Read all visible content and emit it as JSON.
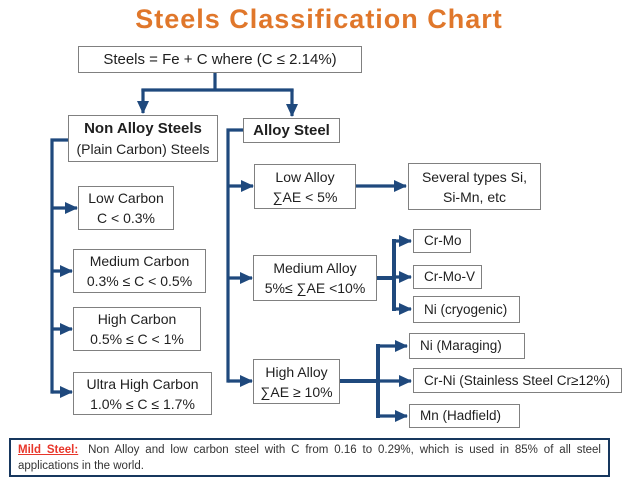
{
  "title": "Steels Classification Chart",
  "colors": {
    "title_orange": "#E0772B",
    "connector_navy": "#1F497D",
    "box_border_gray": "#808080",
    "box_text": "#1F1F1F",
    "note_border_navy": "#17375E",
    "note_red": "#E8362A"
  },
  "nodes": {
    "root": {
      "label": "Steels = Fe + C where (C ≤ 2.14%)"
    },
    "non_alloy": {
      "title": "Non Alloy Steels",
      "subtitle": "(Plain Carbon) Steels"
    },
    "alloy": {
      "label": "Alloy Steel"
    },
    "low_carbon": {
      "line1": "Low Carbon",
      "line2": "C < 0.3%"
    },
    "medium_carbon": {
      "line1": "Medium Carbon",
      "line2": "0.3% ≤ C < 0.5%"
    },
    "high_carbon": {
      "line1": "High Carbon",
      "line2": "0.5% ≤ C < 1%"
    },
    "ultra_high_carbon": {
      "line1": "Ultra High Carbon",
      "line2": "1.0% ≤ C ≤ 1.7%"
    },
    "low_alloy": {
      "line1": "Low Alloy",
      "line2": "∑AE < 5%"
    },
    "medium_alloy": {
      "line1": "Medium Alloy",
      "line2": "5%≤ ∑AE <10%"
    },
    "high_alloy": {
      "line1": "High Alloy",
      "line2": "∑AE ≥ 10%"
    },
    "several_types": {
      "line1": "Several types Si,",
      "line2": "Si-Mn, etc"
    },
    "cr_mo": {
      "label": "Cr-Mo"
    },
    "cr_mo_v": {
      "label": "Cr-Mo-V"
    },
    "ni_cryogenic": {
      "label": "Ni (cryogenic)"
    },
    "ni_maraging": {
      "label": "Ni (Maraging)"
    },
    "cr_ni_stainless": {
      "label": "Cr-Ni (Stainless Steel Cr≥12%)"
    },
    "mn_hadfield": {
      "label": "Mn (Hadfield)"
    }
  },
  "edges": [
    {
      "from": "root",
      "to": "non_alloy"
    },
    {
      "from": "root",
      "to": "alloy"
    },
    {
      "from": "non_alloy",
      "to": "low_carbon"
    },
    {
      "from": "non_alloy",
      "to": "medium_carbon"
    },
    {
      "from": "non_alloy",
      "to": "high_carbon"
    },
    {
      "from": "non_alloy",
      "to": "ultra_high_carbon"
    },
    {
      "from": "alloy",
      "to": "low_alloy"
    },
    {
      "from": "alloy",
      "to": "medium_alloy"
    },
    {
      "from": "alloy",
      "to": "high_alloy"
    },
    {
      "from": "low_alloy",
      "to": "several_types"
    },
    {
      "from": "medium_alloy",
      "to": "cr_mo"
    },
    {
      "from": "medium_alloy",
      "to": "cr_mo_v"
    },
    {
      "from": "medium_alloy",
      "to": "ni_cryogenic"
    },
    {
      "from": "high_alloy",
      "to": "ni_maraging"
    },
    {
      "from": "high_alloy",
      "to": "cr_ni_stainless"
    },
    {
      "from": "high_alloy",
      "to": "mn_hadfield"
    }
  ],
  "note": {
    "lead": "Mild Steel:",
    "body": "Non Alloy and low carbon steel with C from 0.16 to 0.29%, which is used in 85% of all steel applications in the world."
  }
}
